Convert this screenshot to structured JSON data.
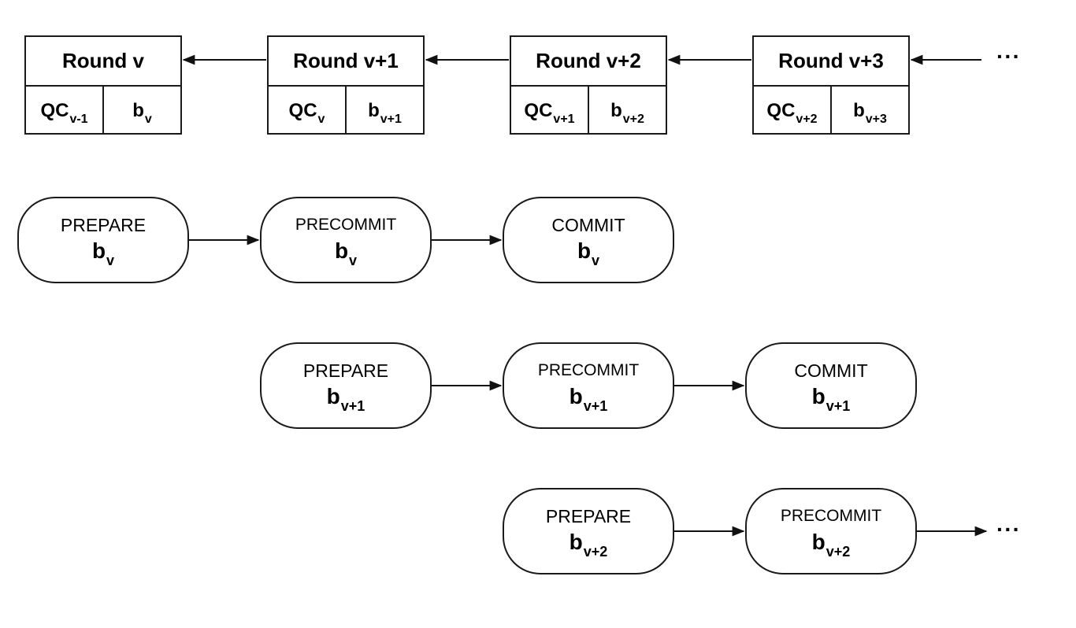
{
  "rounds": [
    {
      "title": "Round v",
      "qc": "QC",
      "qc_sub": "v-1",
      "block": "b",
      "block_sub": "v"
    },
    {
      "title": "Round v+1",
      "qc": "QC",
      "qc_sub": "v",
      "block": "b",
      "block_sub": "v+1"
    },
    {
      "title": "Round v+2",
      "qc": "QC",
      "qc_sub": "v+1",
      "block": "b",
      "block_sub": "v+2"
    },
    {
      "title": "Round v+3",
      "qc": "QC",
      "qc_sub": "v+2",
      "block": "b",
      "block_sub": "v+3"
    }
  ],
  "chain_continuation": "···",
  "pipelines": [
    {
      "phases": [
        {
          "name": "PREPARE",
          "block": "b",
          "block_sub": "v"
        },
        {
          "name": "PRECOMMIT",
          "block": "b",
          "block_sub": "v"
        },
        {
          "name": "COMMIT",
          "block": "b",
          "block_sub": "v"
        }
      ]
    },
    {
      "phases": [
        {
          "name": "PREPARE",
          "block": "b",
          "block_sub": "v+1"
        },
        {
          "name": "PRECOMMIT",
          "block": "b",
          "block_sub": "v+1"
        },
        {
          "name": "COMMIT",
          "block": "b",
          "block_sub": "v+1"
        }
      ]
    },
    {
      "phases": [
        {
          "name": "PREPARE",
          "block": "b",
          "block_sub": "v+2"
        },
        {
          "name": "PRECOMMIT",
          "block": "b",
          "block_sub": "v+2"
        }
      ]
    }
  ],
  "pipeline_continuation": "···"
}
